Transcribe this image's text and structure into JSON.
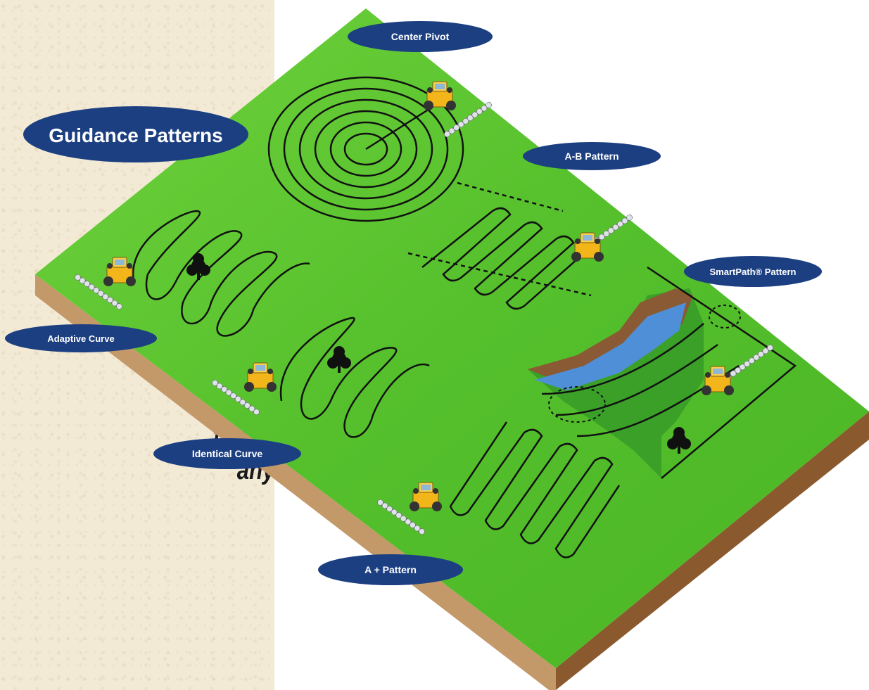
{
  "heading": "Guidance Patterns",
  "side_text": {
    "line1": "tterns",
    "line2": "any"
  },
  "labels": {
    "center_pivot": "Center Pivot",
    "ab_pattern": "A-B Pattern",
    "smartpath": "SmartPath® Pattern",
    "adaptive_curve": "Adaptive Curve",
    "identical_curve": "Identical Curve",
    "a_plus": "A + Pattern"
  },
  "colors": {
    "field": "#5cc832",
    "soil_front": "#c4996a",
    "soil_side": "#8a5a2e",
    "label_bg": "#1c3f82",
    "river": "#4f8fd8",
    "river_bank": "#8a5a34",
    "tractor": "#f2b51a",
    "background_panel": "#f3ead6"
  }
}
